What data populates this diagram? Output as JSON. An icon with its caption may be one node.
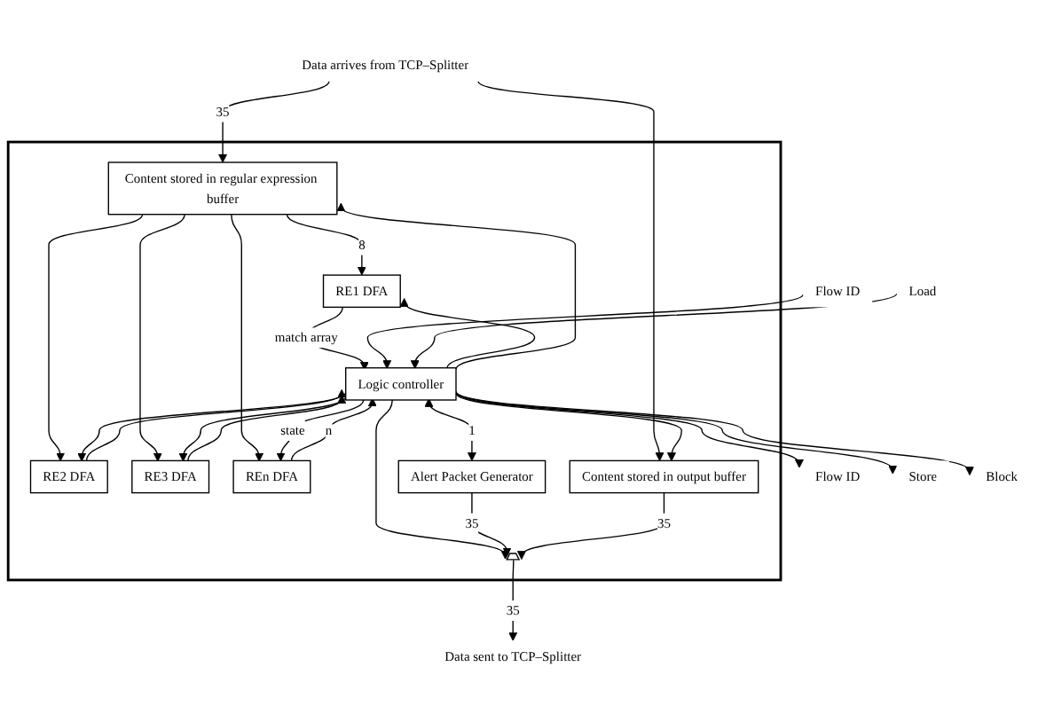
{
  "diagram": {
    "nodes": [
      {
        "text": [],
        "shape": "box"
      },
      {
        "text": [
          "Data arrives from TCP–Splitter"
        ]
      },
      {
        "text": [
          "Content stored in regular expression buffer"
        ],
        "in": 0
      },
      {
        "text": [
          "RE1 DFA"
        ],
        "in": 0
      },
      {
        "text": [
          "RE2 DFA"
        ],
        "in": 0
      },
      {
        "text": [
          "RE3 DFA"
        ],
        "in": 0
      },
      {
        "text": [
          "REn DFA"
        ],
        "in": 0
      },
      {
        "text": [
          "Logic controller"
        ],
        "in": 0
      },
      {
        "text": [
          "Flow ID"
        ]
      },
      {
        "text": [
          "Load"
        ]
      },
      {
        "text": [
          "Flow ID"
        ]
      },
      {
        "text": [
          "Store"
        ]
      },
      {
        "text": [
          "Block"
        ]
      },
      {
        "text": [
          "Content stored in output buffer"
        ],
        "in": 0
      },
      {
        "text": [
          "Alert Packet Generator"
        ],
        "in": 0
      },
      {
        "text": [],
        "shape": "trapezoid",
        "in": 0
      },
      {
        "text": [
          "Data sent to TCP–Splitter"
        ]
      }
    ],
    "edges": [
      {
        "from": 1,
        "to": 2,
        "arrow": "to",
        "label": "35"
      },
      {
        "from": 1,
        "to": 13,
        "arrow": "to"
      },
      {
        "from": 2,
        "to": 3,
        "arrow": "to",
        "label": "8"
      },
      {
        "from": 2,
        "to": 4,
        "arrow": "to"
      },
      {
        "from": 2,
        "to": 5,
        "arrow": "to"
      },
      {
        "from": 2,
        "to": 6,
        "arrow": "to"
      },
      {
        "from": 7,
        "to": 3,
        "arrow": "to"
      },
      {
        "from": 7,
        "to": 4,
        "arrow": "to"
      },
      {
        "from": 7,
        "to": 5,
        "arrow": "to"
      },
      {
        "from": 7,
        "to": 6,
        "arrow": "to",
        "label": "state"
      },
      {
        "from": 3,
        "to": 7,
        "arrow": "to",
        "label": "match array"
      },
      {
        "from": 4,
        "to": 7,
        "arrow": "to"
      },
      {
        "from": 5,
        "to": 7,
        "arrow": "to"
      },
      {
        "from": 6,
        "to": 7,
        "arrow": "to",
        "label": "n"
      },
      {
        "from": 7,
        "to": 2,
        "arrow": "to"
      },
      {
        "from": 8,
        "to": 7,
        "arrow": "to"
      },
      {
        "from": 9,
        "to": 7,
        "arrow": "to"
      },
      {
        "from": 7,
        "to": 10,
        "arrow": "to"
      },
      {
        "from": 7,
        "to": 11,
        "arrow": "to"
      },
      {
        "from": 7,
        "to": 12,
        "arrow": "to"
      },
      {
        "from": 7,
        "to": 13,
        "arrow": "to"
      },
      {
        "from": 7,
        "to": 14,
        "arrow": "both",
        "label": "1"
      },
      {
        "from": 7,
        "to": 15,
        "arrow": "to"
      },
      {
        "from": 14,
        "to": 15,
        "arrow": "to",
        "label": "35"
      },
      {
        "from": 13,
        "to": 15,
        "arrow": "to",
        "label": "35"
      },
      {
        "from": 15,
        "to": 16,
        "arrow": "to",
        "label": "35"
      }
    ]
  }
}
